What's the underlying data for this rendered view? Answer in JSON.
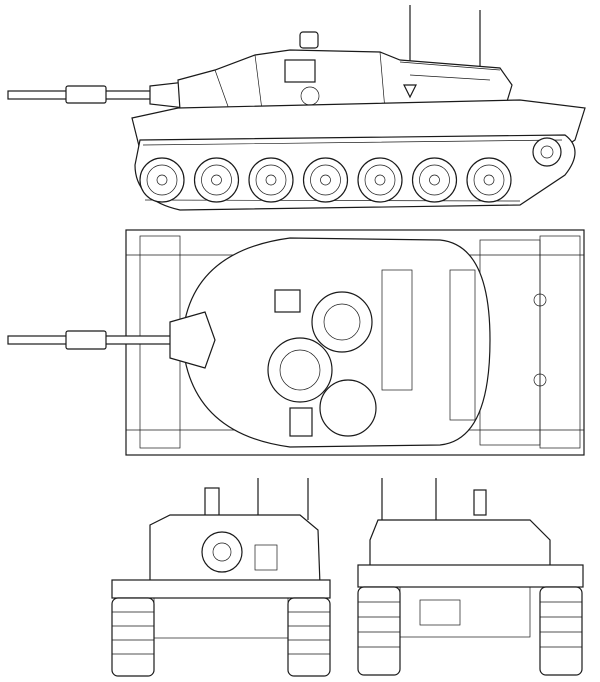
{
  "drawing": {
    "subject": "tank-blueprint",
    "views": [
      "side",
      "top",
      "front",
      "rear"
    ],
    "colors": {
      "line": "#1a1a1a",
      "background": "#ffffff"
    },
    "road_wheels_per_side": 7
  }
}
